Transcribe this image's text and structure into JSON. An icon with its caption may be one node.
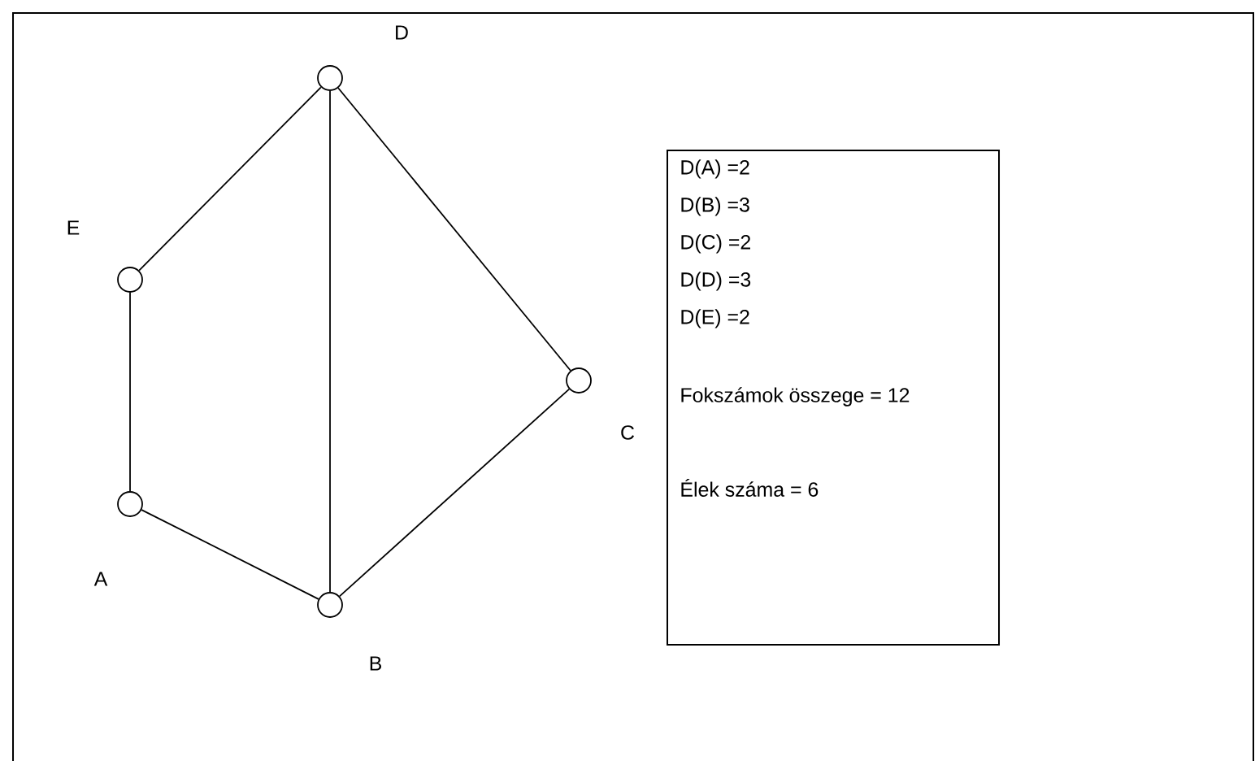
{
  "diagram": {
    "nodes": [
      {
        "text": [],
        "shape": "circle",
        "beside": [
          "D"
        ]
      },
      {
        "text": [],
        "shape": "circle",
        "beside": [
          "E"
        ]
      },
      {
        "text": [],
        "shape": "circle",
        "beside": [
          "C"
        ]
      },
      {
        "text": [],
        "shape": "circle",
        "beside": [
          "A"
        ]
      },
      {
        "text": [],
        "shape": "circle",
        "beside": [
          "B"
        ]
      },
      {
        "text": [
          "D(A) =2",
          "D(B) =3",
          "D(C) =2",
          "D(D) =3",
          "D(E) =2",
          "Fokszámok összege = 12",
          "Élek száma = 6"
        ]
      }
    ],
    "edges": [
      {
        "from": 0,
        "to": 1,
        "arrow": "none"
      },
      {
        "from": 1,
        "to": 3,
        "arrow": "none"
      },
      {
        "from": 3,
        "to": 4,
        "arrow": "none"
      },
      {
        "from": 4,
        "to": 0,
        "arrow": "none"
      },
      {
        "from": 0,
        "to": 2,
        "arrow": "none"
      },
      {
        "from": 2,
        "to": 4,
        "arrow": "none"
      }
    ]
  }
}
